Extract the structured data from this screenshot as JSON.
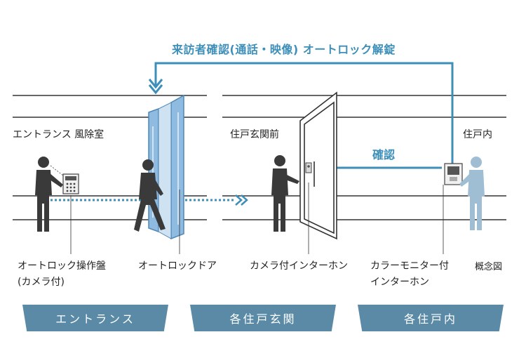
{
  "top_flow_label": "来訪者確認(通話・映像) オートロック解錠",
  "confirm_label": "確認",
  "area_labels": {
    "entrance_vestibule": "エントランス 風除室",
    "front_of_unit": "住戸玄関前",
    "inside_unit": "住戸内"
  },
  "device_labels": {
    "autolock_panel_line1": "オートロック操作盤",
    "autolock_panel_line2": "(カメラ付)",
    "autolock_door": "オートロックドア",
    "camera_intercom": "カメラ付インターホン",
    "monitor_intercom_line1": "カラーモニター付",
    "monitor_intercom_line2": "インターホン",
    "concept_note": "概念図"
  },
  "bottom_tabs": [
    "エントランス",
    "各住戸玄関",
    "各住戸内"
  ],
  "colors": {
    "accent": "#3d8fb9",
    "figure": "#3a3a3a",
    "figure_light": "#9fbdd3",
    "door_glass": "#8fbbe0",
    "tab_bg": "#5a8aa6"
  }
}
